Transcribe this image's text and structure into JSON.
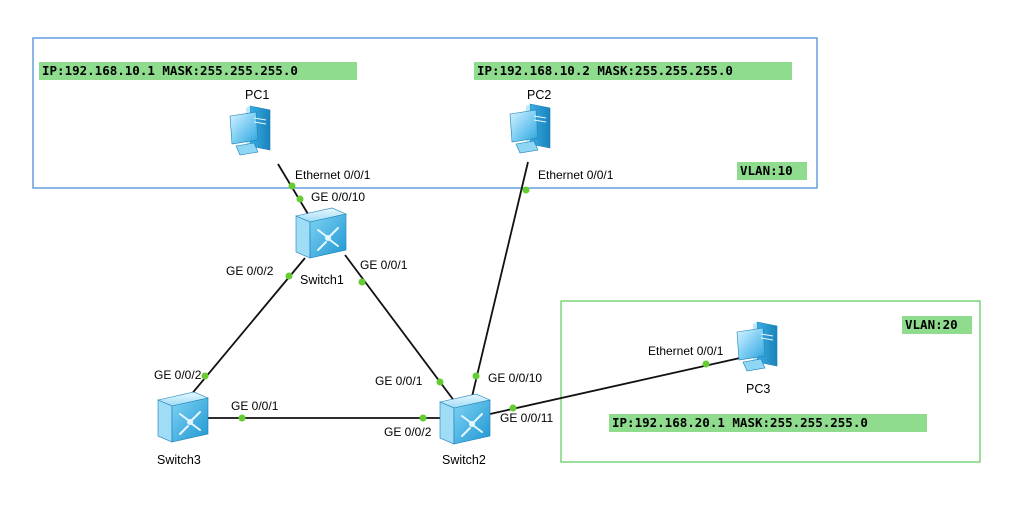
{
  "colors": {
    "vlan10_border": "#4a90d9",
    "vlan20_border": "#66cc66",
    "tag_fill": "#8fdc8f",
    "link_color": "#111111",
    "port_dot": "#66cc33",
    "device_blue": "#39b6e8"
  },
  "vlans": {
    "vlan10": {
      "label": "VLAN:10"
    },
    "vlan20": {
      "label": "VLAN:20"
    }
  },
  "devices": {
    "pc1": {
      "name": "PC1",
      "ip_info": "IP:192.168.10.1 MASK:255.255.255.0",
      "icon": "pc-icon"
    },
    "pc2": {
      "name": "PC2",
      "ip_info": "IP:192.168.10.2 MASK:255.255.255.0",
      "icon": "pc-icon"
    },
    "pc3": {
      "name": "PC3",
      "ip_info": "IP:192.168.20.1 MASK:255.255.255.0",
      "icon": "pc-icon"
    },
    "switch1": {
      "name": "Switch1",
      "icon": "switch-icon"
    },
    "switch2": {
      "name": "Switch2",
      "icon": "switch-icon"
    },
    "switch3": {
      "name": "Switch3",
      "icon": "switch-icon"
    }
  },
  "ports": {
    "pc1_eth": "Ethernet 0/0/1",
    "pc2_eth": "Ethernet 0/0/1",
    "pc3_eth": "Ethernet 0/0/1",
    "sw1_ge10": "GE 0/0/10",
    "sw1_ge1": "GE 0/0/1",
    "sw1_ge2": "GE 0/0/2",
    "sw3_ge2": "GE 0/0/2",
    "sw3_ge1": "GE 0/0/1",
    "sw2_ge1": "GE 0/0/1",
    "sw2_ge2": "GE 0/0/2",
    "sw2_ge10": "GE 0/0/10",
    "sw2_ge11": "GE 0/0/11"
  }
}
